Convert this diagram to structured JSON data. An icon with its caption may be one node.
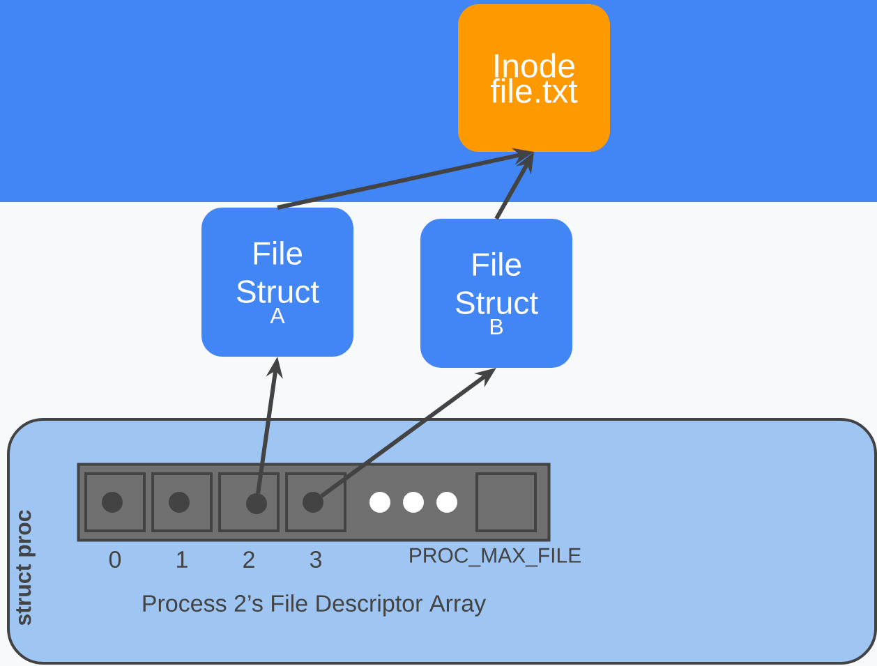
{
  "diagram": {
    "nodes": [
      {
        "text": [
          "Inode file.txt"
        ]
      },
      {
        "text": [
          "File Struct",
          "A"
        ]
      },
      {
        "text": [
          "File Struct",
          "B"
        ]
      },
      {
        "text": [
          "struct proc"
        ]
      },
      {
        "text": [],
        "shape": "box",
        "in": 3
      },
      {
        "text": [],
        "shape": "box",
        "in": 4,
        "beside": [
          "0"
        ]
      },
      {
        "text": [],
        "shape": "box",
        "in": 4,
        "beside": [
          "1"
        ]
      },
      {
        "text": [],
        "shape": "box",
        "in": 4,
        "beside": [
          "2"
        ]
      },
      {
        "text": [],
        "shape": "box",
        "in": 4,
        "beside": [
          "3"
        ]
      },
      {
        "text": [],
        "shape": "box",
        "in": 4,
        "beside": [
          "PROC_MAX_FILE"
        ]
      },
      {
        "text": [],
        "shape": "circle",
        "in": 5
      },
      {
        "text": [],
        "shape": "circle",
        "in": 6
      },
      {
        "text": [],
        "shape": "circle",
        "in": 7
      },
      {
        "text": [],
        "shape": "circle",
        "in": 8
      }
    ],
    "edges": [
      {
        "from": 1,
        "to": 0,
        "arrow": "to"
      },
      {
        "from": 2,
        "to": 0,
        "arrow": "to"
      },
      {
        "from": 12,
        "to": 1,
        "arrow": "to"
      },
      {
        "from": 13,
        "to": 2,
        "arrow": "to"
      }
    ],
    "labels": [
      "Process 2’s File Descriptor Array"
    ]
  }
}
